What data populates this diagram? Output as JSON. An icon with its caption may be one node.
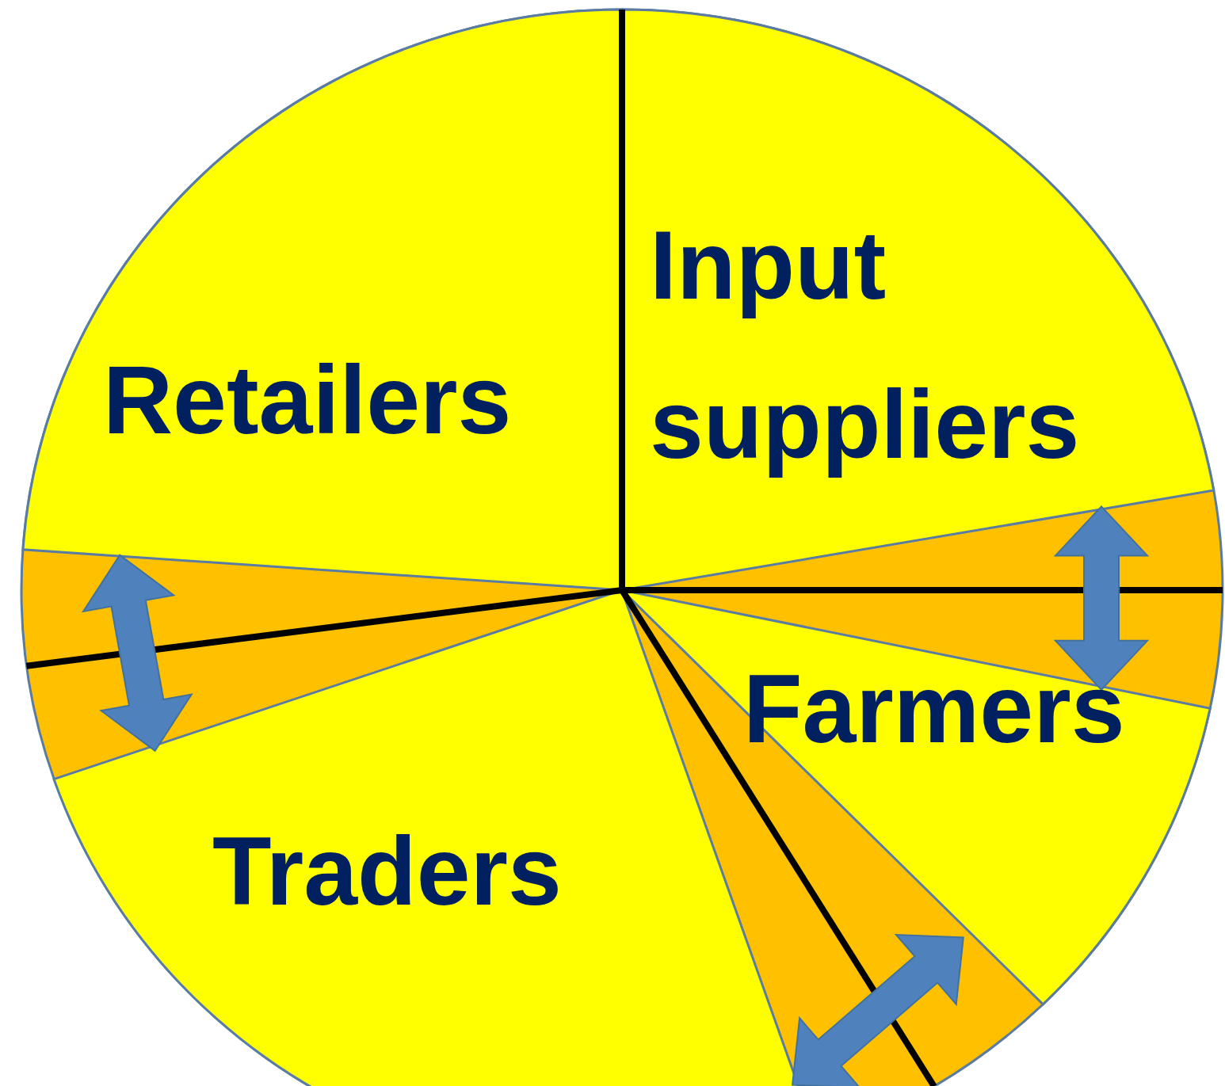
{
  "diagram": {
    "nodes": [
      {
        "text": [
          "Input suppliers"
        ]
      },
      {
        "text": [
          "Retailers"
        ]
      },
      {
        "text": [
          "Farmers"
        ]
      },
      {
        "text": [
          "Traders"
        ]
      }
    ],
    "edges": [
      {
        "from": 0,
        "to": 2,
        "arrow": "both"
      },
      {
        "from": 2,
        "to": 3,
        "arrow": "both"
      },
      {
        "from": 3,
        "to": 1,
        "arrow": "both"
      }
    ]
  }
}
